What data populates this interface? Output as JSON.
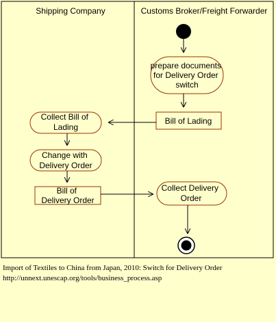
{
  "lanes": {
    "left_title": "Shipping Company",
    "right_title": "Customs Broker/Freight Forwarder"
  },
  "nodes": {
    "prepare_documents": [
      "prepare documents",
      "for Delivery Order",
      "switch"
    ],
    "bill_of_lading_right": [
      "Bill of Lading"
    ],
    "collect_bill_of_lading": [
      "Collect Bill of",
      "Lading"
    ],
    "change_with_delivery_order": [
      "Change with",
      "Delivery Order"
    ],
    "bill_of_delivery_order": [
      "Bill of",
      "Delivery Order"
    ],
    "collect_delivery_order": [
      "Collect Delivery",
      "Order"
    ]
  },
  "caption": {
    "line1": "Import of Textiles to China from Japan, 2010: Switch for Delivery Order",
    "line2": "http://unnext.unescap.org/tools/business_process.asp"
  },
  "colors": {
    "background": "#ffffcc",
    "node_fill": "#ffffcc",
    "node_stroke": "#993300",
    "line": "#000000"
  }
}
